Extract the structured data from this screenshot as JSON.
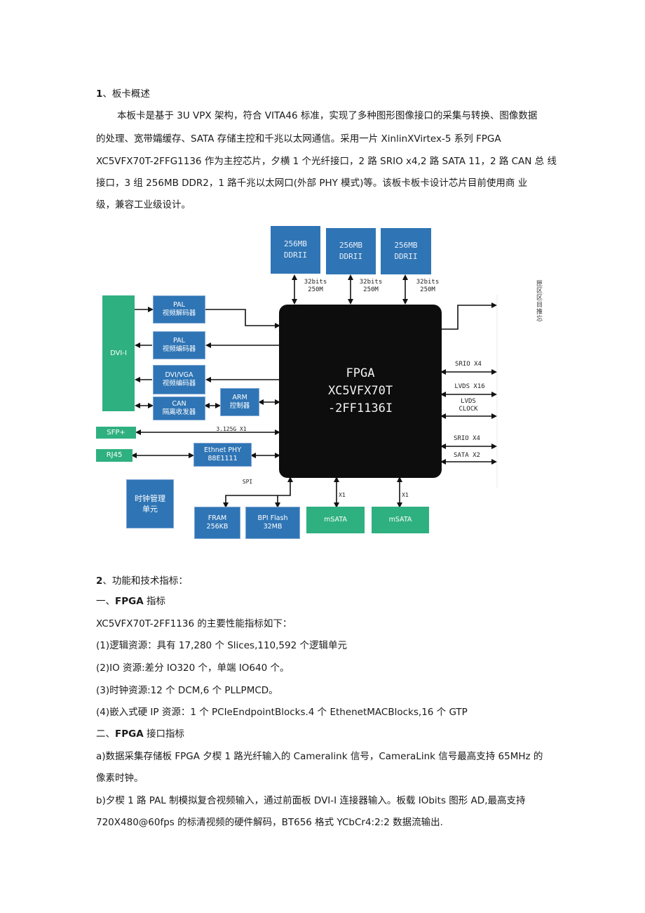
{
  "section1": {
    "heading_num": "1",
    "heading_text": "、板卡概述",
    "para": [
      "本板卡是基于 3U VPX 架构，符合 VITA46 标准，实现了多种图形图像接口的采集与转换、图像数据",
      "的处理、宽带孀缓存、SATA 存储主控和千兆以太网通信。采用一片 XinlinXVirtex-5 系列 FPGA",
      "XC5VFX70T-2FFG1136 作为主控芯片，夕横 1 个光纤接口，2 路 SRIO x4,2 路 SATA 11，2 路 CAN 总 线",
      "接口，3 组 256MB DDR2，1 路千兆以太网口(外部 PHY 模式)等。该板卡板卡设计芯片目前使用商 业",
      "级，兼容工业级设计。"
    ]
  },
  "diagram": {
    "ddr": [
      {
        "l1": "256MB",
        "l2": "DDRII"
      },
      {
        "l1": "256MB",
        "l2": "DDRII"
      },
      {
        "l1": "256MB",
        "l2": "DDRII"
      }
    ],
    "bus": [
      {
        "l1": "32bits",
        "l2": "250M"
      },
      {
        "l1": "32bits",
        "l2": "250M"
      },
      {
        "l1": "32bits",
        "l2": "250M"
      }
    ],
    "dvi": "DVI-I",
    "pal_dec": {
      "l1": "PAL",
      "l2": "视频解码器"
    },
    "pal_enc": {
      "l1": "PAL",
      "l2": "视频编码器"
    },
    "dvi_enc": {
      "l1": "DVI/VGA",
      "l2": "视频编码器"
    },
    "can": {
      "l1": "CAN",
      "l2": "隔离收发器"
    },
    "arm": {
      "l1": "ARM",
      "l2": "控制器"
    },
    "sfp": "SFP+",
    "sfp_bus": "3.125G X1",
    "rj45": "RJ45",
    "phy": {
      "l1": "Ethnet PHY",
      "l2": "88E1111"
    },
    "fpga": {
      "l1": "FPGA",
      "l2": "XC5VFX70T",
      "l3": "-2FF1136I"
    },
    "right": {
      "srio1": "SRIO X4",
      "lvds": "LVDS X16",
      "lvds_clk1": "LVDS",
      "lvds_clk2": "CLOCK",
      "srio2": "SRIO X4",
      "sata": "SATA X2"
    },
    "spi": "SPI",
    "x1a": "X1",
    "x1b": "X1",
    "clock": {
      "l1": "时钟管理",
      "l2": "单元"
    },
    "fram": {
      "l1": "FRAM",
      "l2": "256KB"
    },
    "bpi": {
      "l1": "BPI Flash",
      "l2": "32MB"
    },
    "msata1": "mSATA",
    "msata2": "mSATA",
    "side": "匣区区目推忘"
  },
  "section2": {
    "heading_num": "2",
    "heading_text": "、功能和技术指标：",
    "sub1_prefix": "一、",
    "sub1_bold": "FPGA",
    "sub1_text": " 指标",
    "intro": "XC5VFX70T-2FF1136 的主要性能指标如下：",
    "items": [
      "(1)逻辑资源：具有 17,280 个 Slices,110,592 个逻辑单元",
      "(2)IO 资源:差分 IO320 个，单端 IO640 个。",
      "(3)时钟资源:12 个 DCM,6 个 PLLPMCD。",
      "(4)嵌入式硬 IP 资源：1 个 PCIeEndpointBlocks.4 个 EthenetMACBlocks,16 个 GTP"
    ],
    "sub2_prefix": "二、",
    "sub2_bold": "FPGA",
    "sub2_text": " 接口指标",
    "a_lines": [
      "a)数据采集存储板 FPGA 夕楔 1 路光纤输入的 Cameralink 信号，CameraLink 信号最高支持 65MHz 的",
      "像素时钟。"
    ],
    "b_lines": [
      "b)夕楔 1 路 PAL 制模拟复合视频输入，通过前面板 DVI-I 连接器输入。板载 IObits 图形 AD,最高支持",
      "720X480@60fps 的标清视频的硬件解码，BT656 格式 YCbCr4:2:2 数据流输出."
    ]
  }
}
